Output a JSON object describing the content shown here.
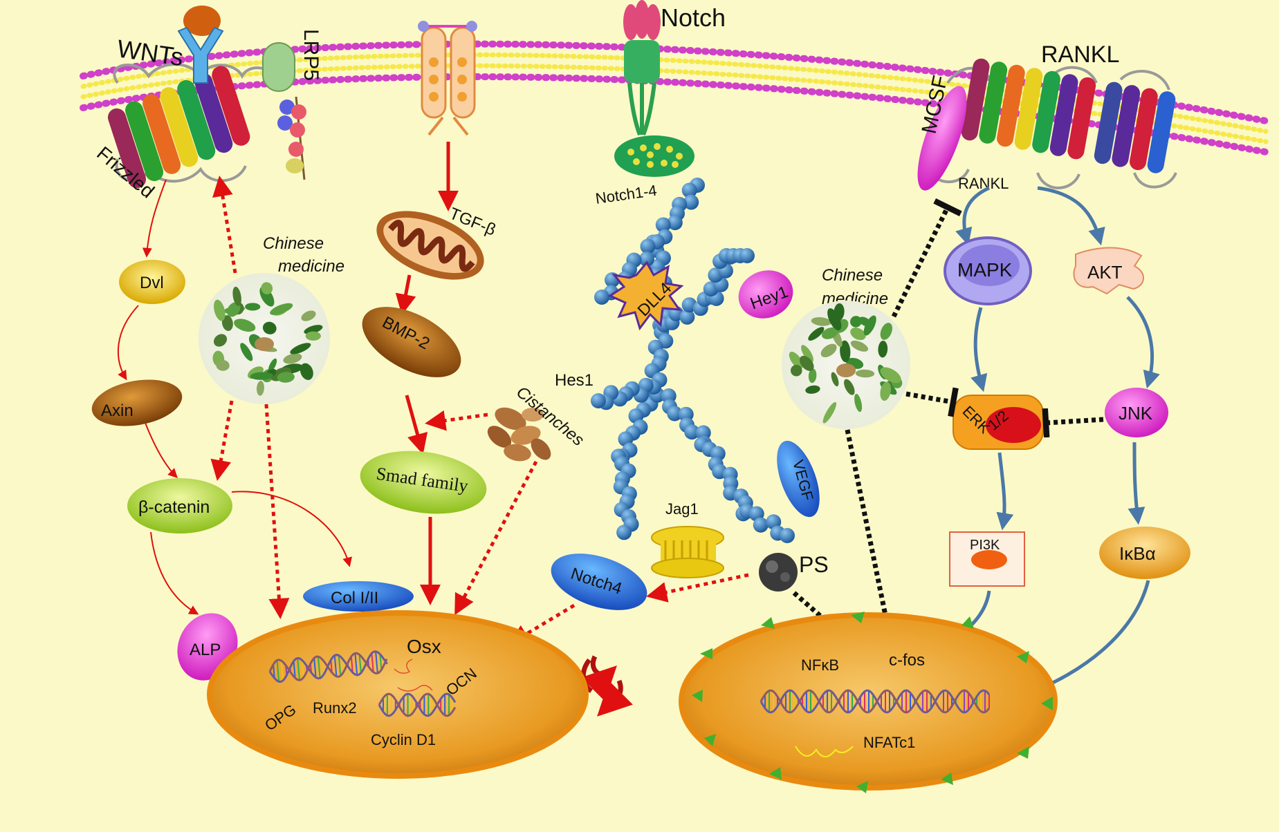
{
  "labels": {
    "wnts": "WNTs",
    "lrp5": "LRP5",
    "frizzled": "Frizzled",
    "notch": "Notch",
    "rankl_top": "RANKL",
    "mcsf": "MCSF",
    "rankl_inner": "RANKL",
    "notch1_4": "Notch1-4",
    "tgf_beta": "TGF-β",
    "bmp2": "BMP-2",
    "cistanches": "Cistanches",
    "smad": "Smad family",
    "dvl": "Dvl",
    "axin": "Axin",
    "beta_catenin": "β-catenin",
    "col": "Col I/II",
    "alp": "ALP",
    "chinese_medicine_left": [
      "Chinese",
      "medicine"
    ],
    "chinese_medicine_right": [
      "Chinese",
      "medicine"
    ],
    "dll4": "DLL4",
    "hey1": "Hey1",
    "hes1": "Hes1",
    "vegf": "VEGF",
    "jag1": "Jag1",
    "ps": "PS",
    "notch4": "Notch4",
    "mapk": "MAPK",
    "akt": "AKT",
    "erk": "ERK",
    "erk_sub": "1/2",
    "jnk": "JNK",
    "pi3k": "PI3K",
    "ikba": "IκBα",
    "nucleus_left": {
      "opg": "OPG",
      "runx2": "Runx2",
      "osx": "Osx",
      "ocn": "OCN",
      "cyclin": "Cyclin D1"
    },
    "nucleus_right": {
      "nfkb": "NFκB",
      "cfos": "c-fos",
      "nfatc1": "NFATc1"
    }
  },
  "colors": {
    "background": "#fbf9c7",
    "activation_arrow": "#e01010",
    "inhibition_line": "#111111",
    "blue_arrow": "#4a78a8",
    "nucleus": "#f0a020",
    "bead": "#2a6cb0"
  }
}
